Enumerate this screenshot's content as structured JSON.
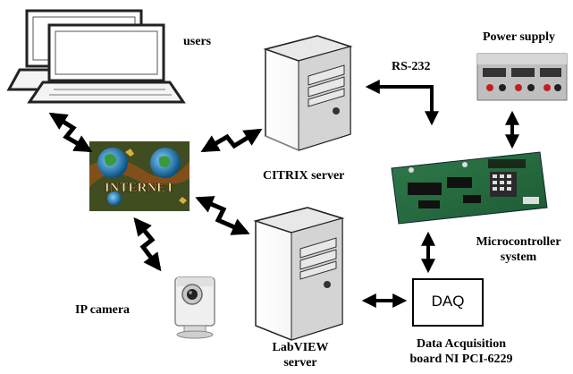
{
  "labels": {
    "users": "users",
    "citrix": "CITRIX server",
    "rs232": "RS-232",
    "power_supply": "Power supply",
    "internet": "INTERNET",
    "micro_line1": "Microcontroller",
    "micro_line2": "system",
    "ip_camera": "IP camera",
    "labview_line1": "LabVIEW",
    "labview_line2": "server",
    "daq": "DAQ",
    "daq_caption_line1": "Data Acquisition",
    "daq_caption_line2": "board NI PCI-6229"
  },
  "icons": [
    "laptop-icon",
    "server-icon",
    "globe-icon",
    "camera-icon",
    "circuit-board-icon",
    "power-supply-icon"
  ]
}
